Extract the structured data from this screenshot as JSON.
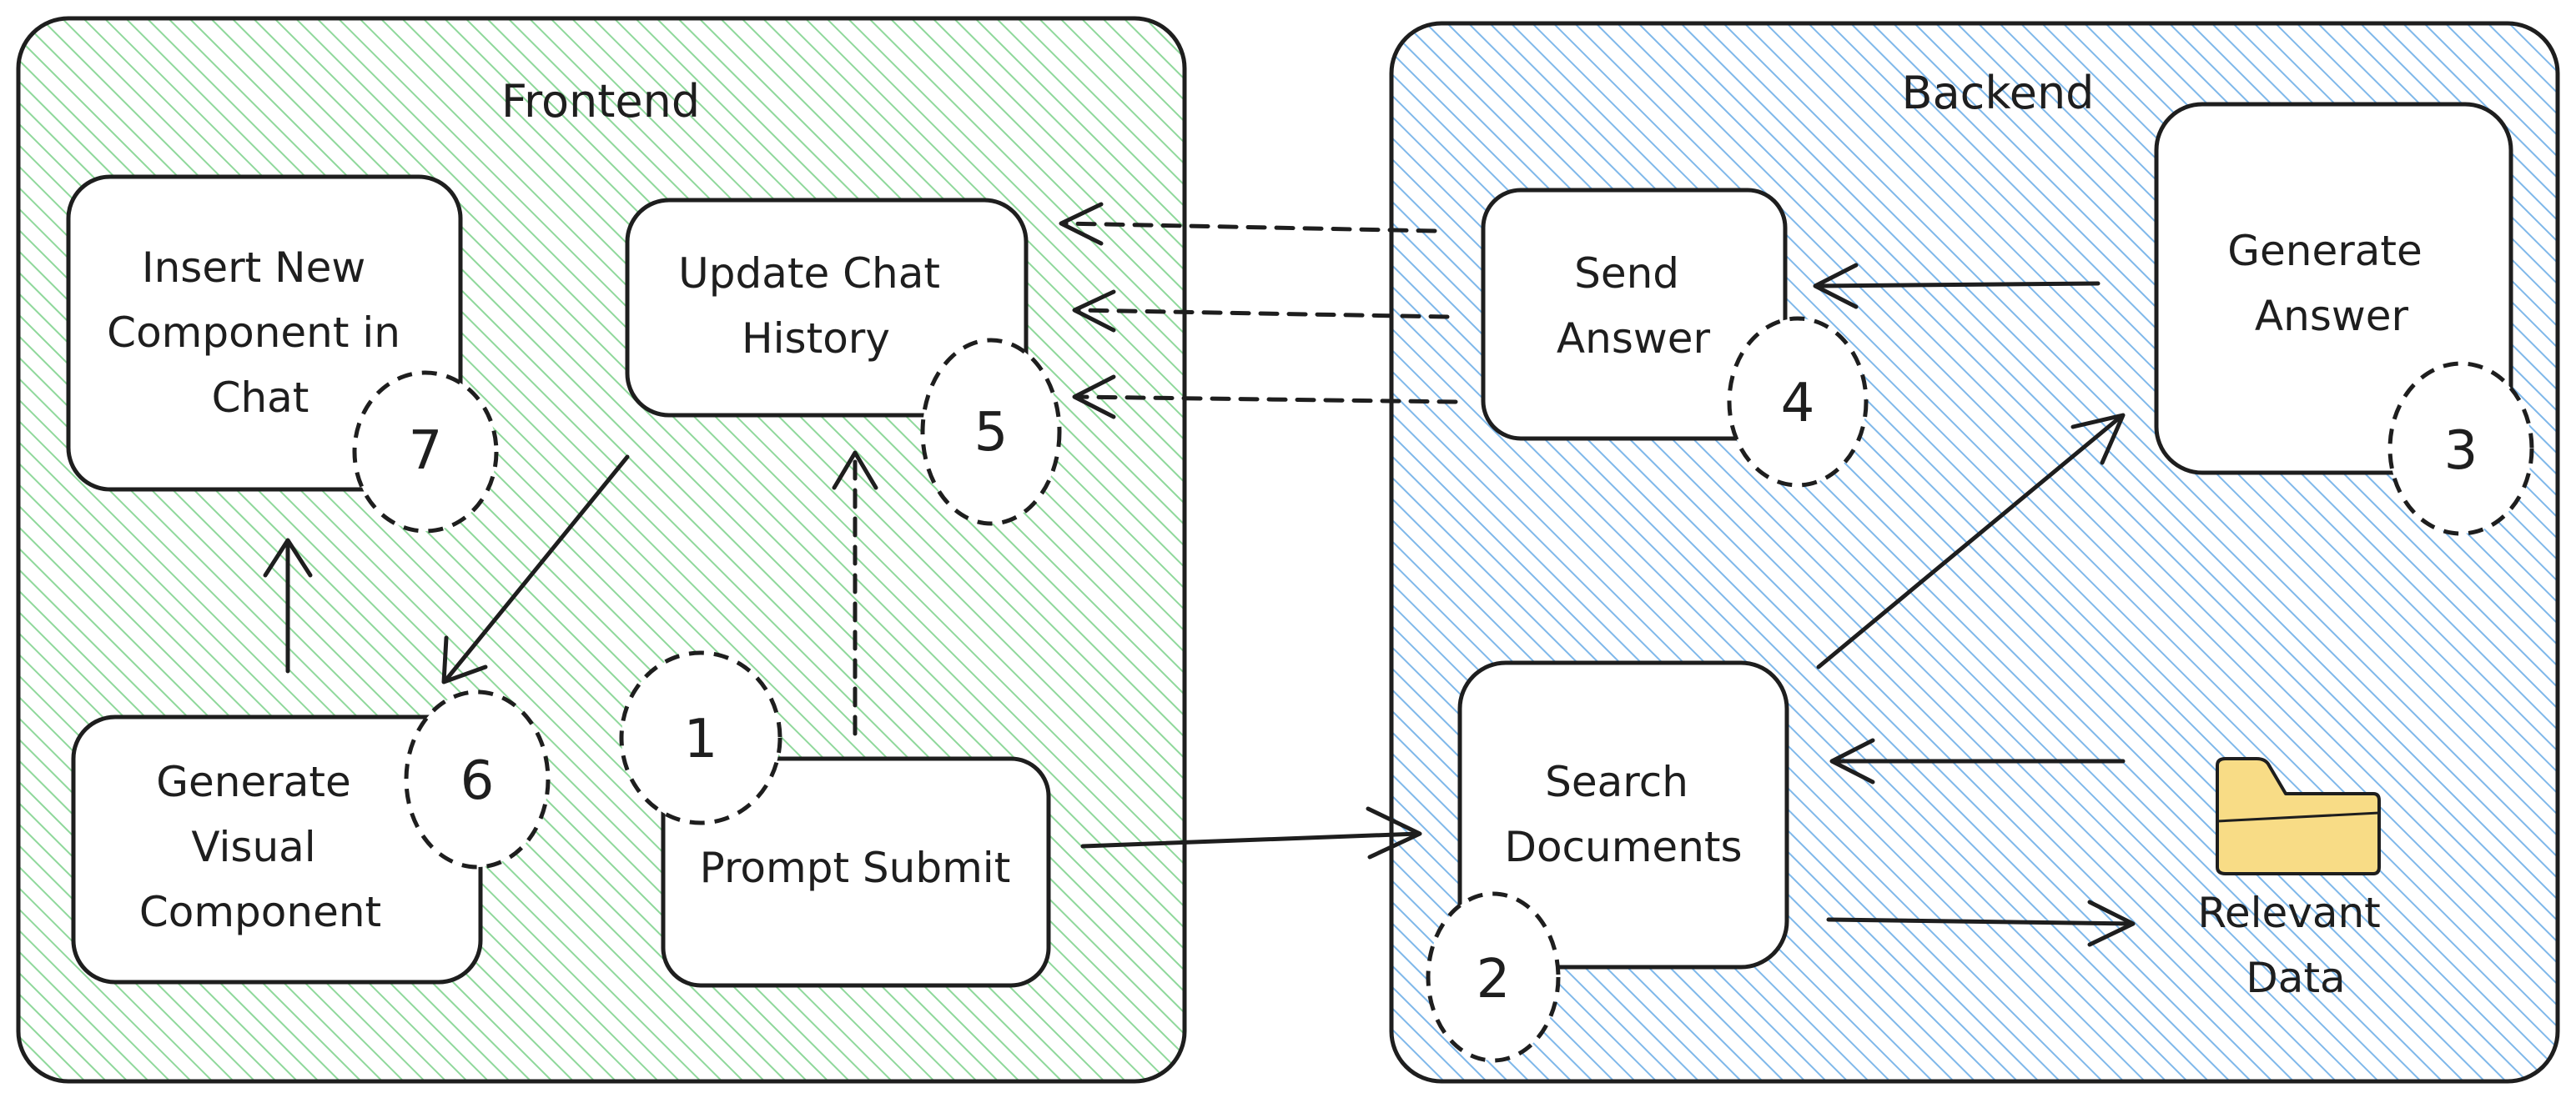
{
  "groups": {
    "frontend": {
      "title": "Frontend",
      "color": "#8fd89b"
    },
    "backend": {
      "title": "Backend",
      "color": "#7fb8ea"
    }
  },
  "nodes": {
    "insert": {
      "lines": [
        "Insert New",
        "Component in",
        "Chat"
      ],
      "badge": "7"
    },
    "update": {
      "lines": [
        "Update Chat",
        "History"
      ],
      "badge": "5"
    },
    "generate_visual": {
      "lines": [
        "Generate",
        "Visual",
        "Component"
      ],
      "badge": "6"
    },
    "prompt": {
      "lines": [
        "Prompt Submit"
      ],
      "badge": "1"
    },
    "send": {
      "lines": [
        "Send",
        "Answer"
      ],
      "badge": "4"
    },
    "generate_answer": {
      "lines": [
        "Generate",
        "Answer"
      ],
      "badge": "3"
    },
    "search": {
      "lines": [
        "Search",
        "Documents"
      ],
      "badge": "2"
    },
    "data": {
      "lines": [
        "Relevant",
        "Data"
      ],
      "icon": "folder-icon",
      "color": "#f8dc86"
    }
  }
}
